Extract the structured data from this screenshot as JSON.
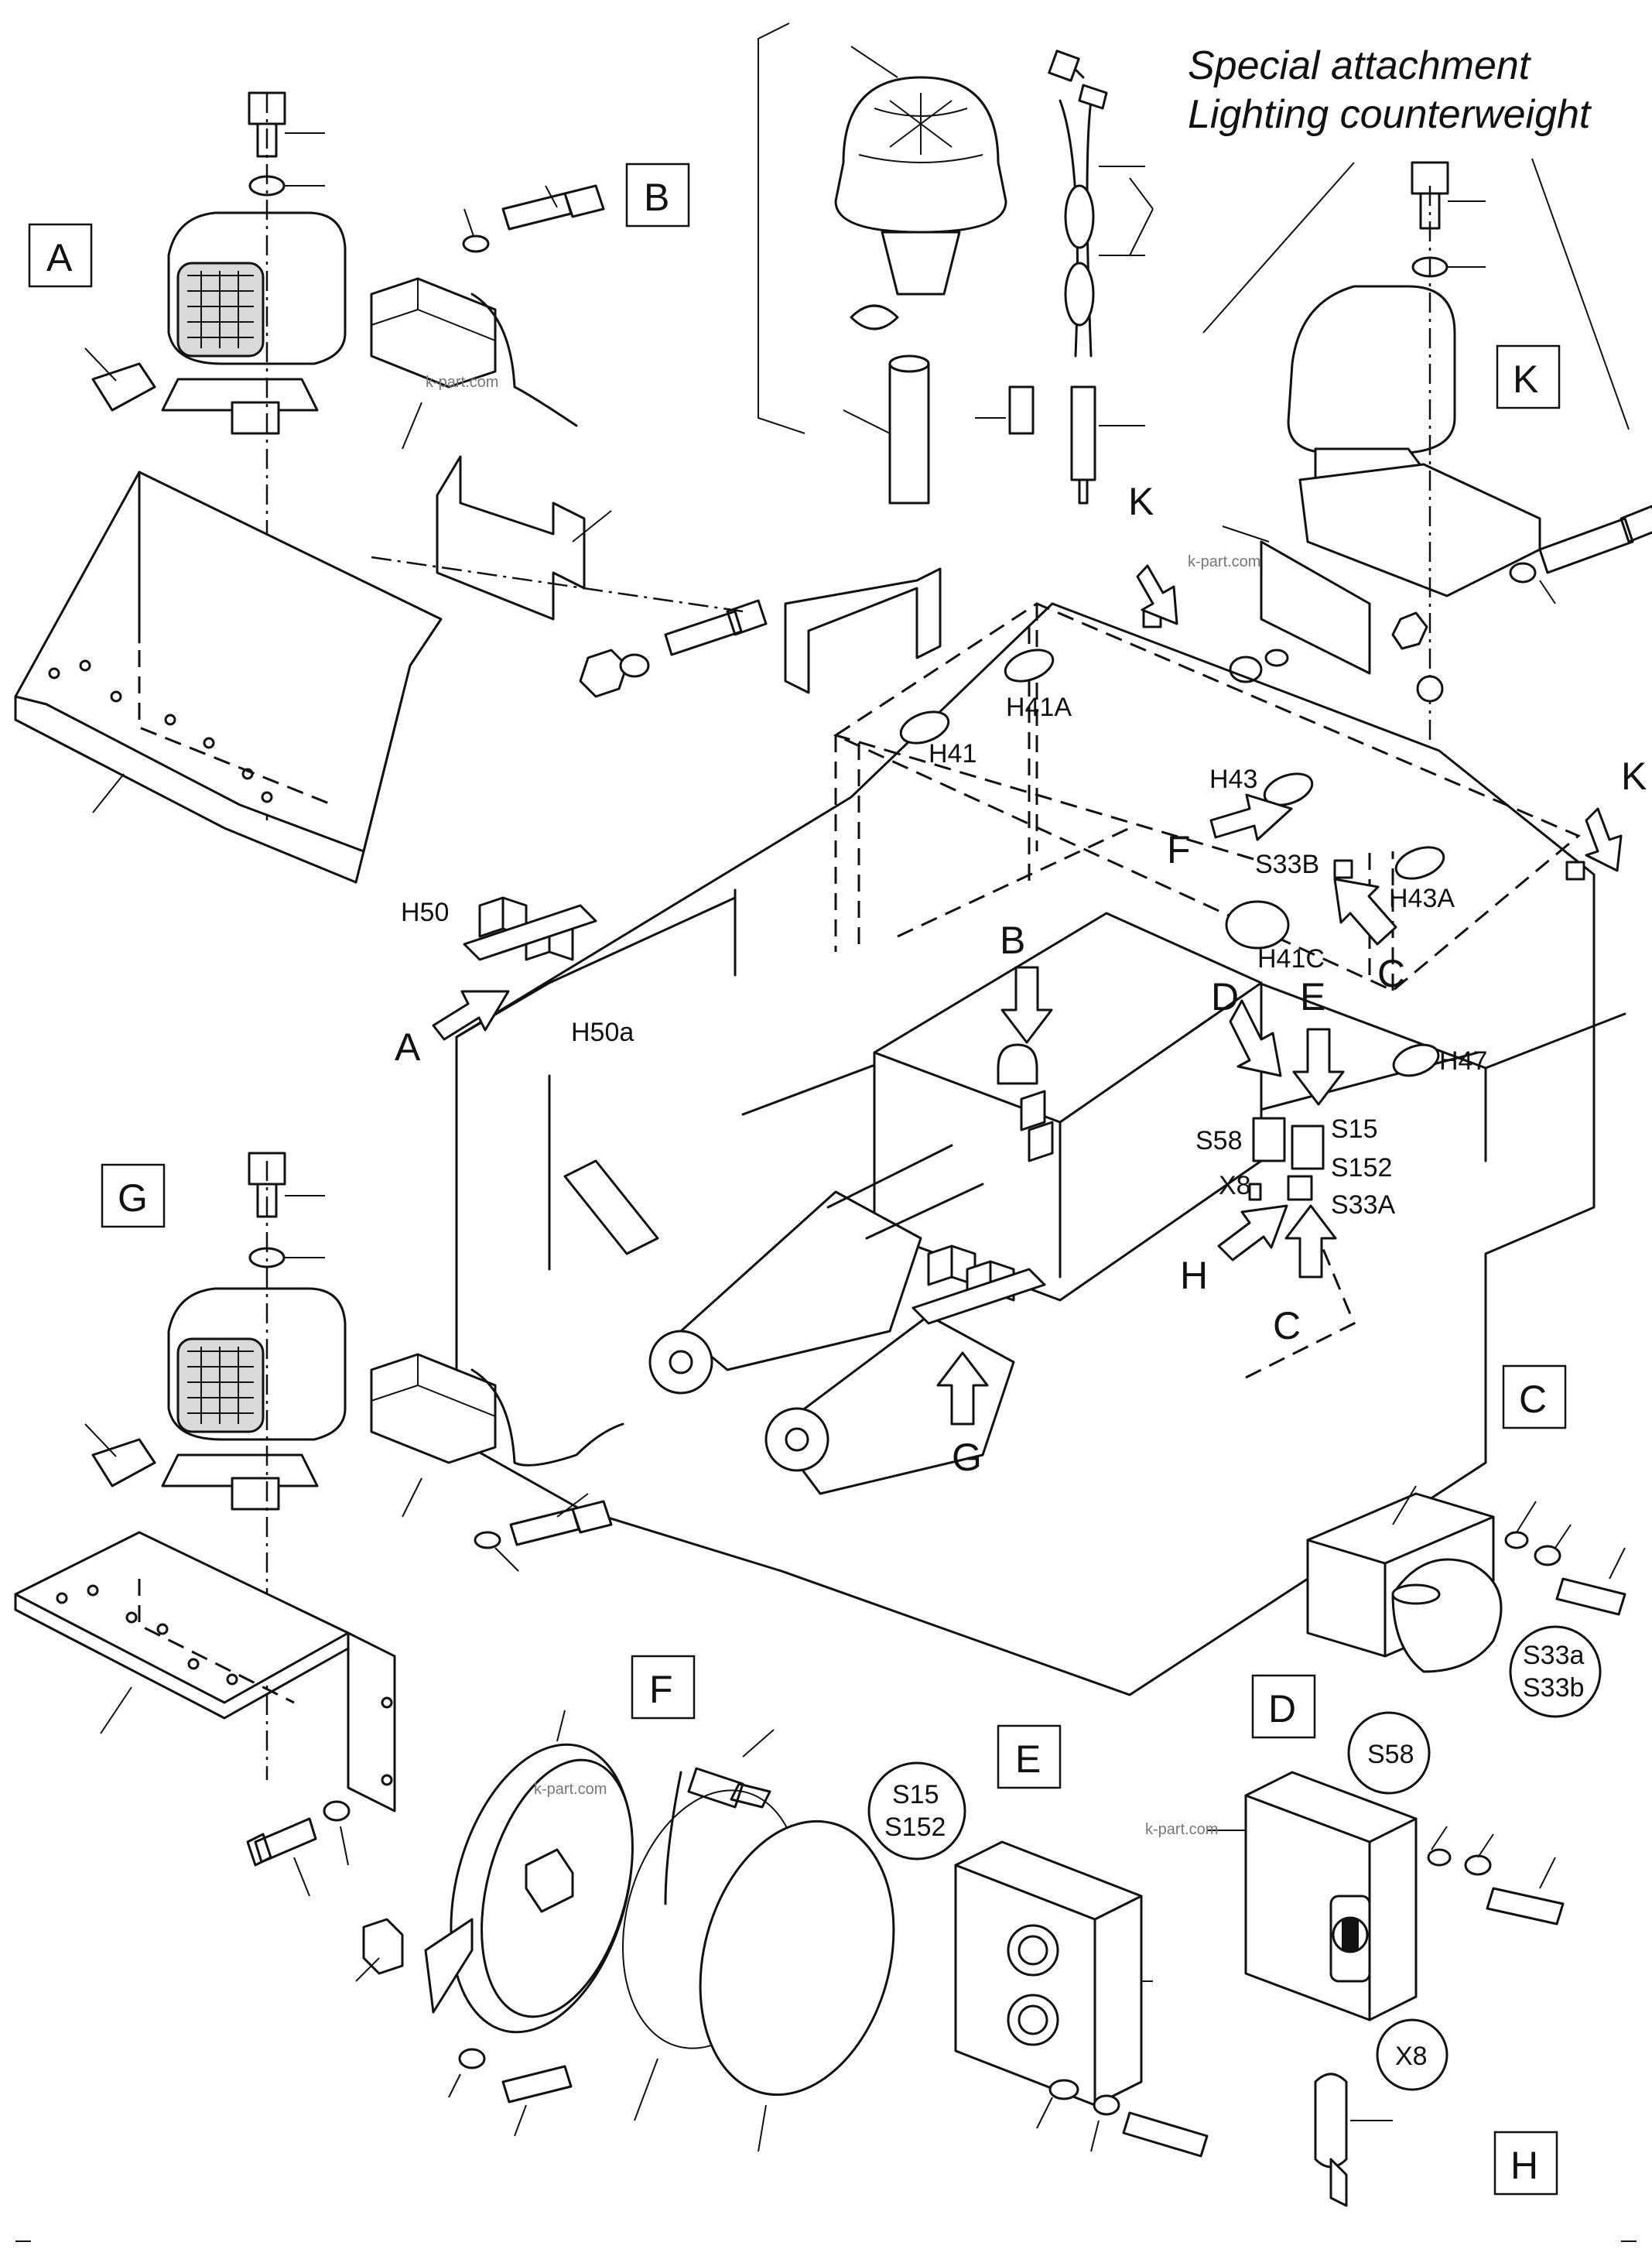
{
  "title": {
    "line1": "Special attachment",
    "line2": "Lighting counterweight"
  },
  "detail_views": {
    "A": "A",
    "B": "B",
    "C": "C",
    "D": "D",
    "E": "E",
    "F": "F",
    "G": "G",
    "H": "H",
    "K": "K"
  },
  "arrows": {
    "A": "A",
    "B": "B",
    "C1": "C",
    "C2": "C",
    "D": "D",
    "E": "E",
    "F": "F",
    "G": "G",
    "H": "H",
    "K1": "K",
    "K2": "K"
  },
  "components": {
    "H50": "H50",
    "H50a": "H50a",
    "H41": "H41",
    "H41A": "H41A",
    "H43": "H43",
    "H43A": "H43A",
    "H41C": "H41C",
    "H47": "H47",
    "S33B": "S33B",
    "S15": "S15",
    "S58": "S58",
    "S152": "S152",
    "X8": "X8",
    "S33A": "S33A"
  },
  "circle_labels": {
    "S33a": "S33a",
    "S33b": "S33b",
    "S58": "S58",
    "S15": "S15",
    "S152": "S152",
    "X8": "X8"
  },
  "watermark": "k-part.com"
}
